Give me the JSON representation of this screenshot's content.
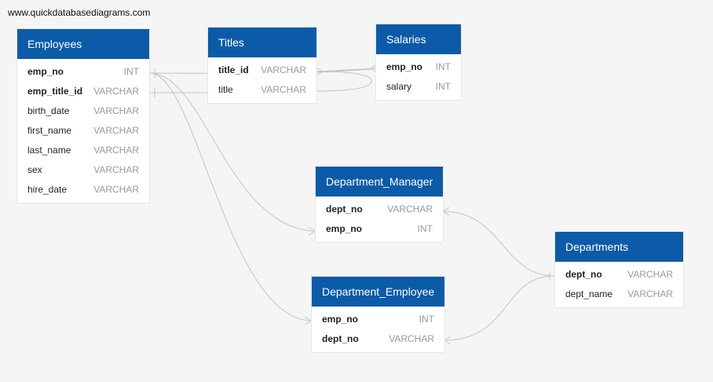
{
  "watermark": "www.quickdatabasediagrams.com",
  "colors": {
    "header": "#0b5ba8",
    "background": "#f4f5f4",
    "link": "#bdbdbd"
  },
  "tables": {
    "employees": {
      "title": "Employees",
      "columns": [
        {
          "name": "emp_no",
          "type": "INT",
          "key": true
        },
        {
          "name": "emp_title_id",
          "type": "VARCHAR",
          "key": true
        },
        {
          "name": "birth_date",
          "type": "VARCHAR",
          "key": false
        },
        {
          "name": "first_name",
          "type": "VARCHAR",
          "key": false
        },
        {
          "name": "last_name",
          "type": "VARCHAR",
          "key": false
        },
        {
          "name": "sex",
          "type": "VARCHAR",
          "key": false
        },
        {
          "name": "hire_date",
          "type": "VARCHAR",
          "key": false
        }
      ]
    },
    "titles": {
      "title": "Titles",
      "columns": [
        {
          "name": "title_id",
          "type": "VARCHAR",
          "key": true
        },
        {
          "name": "title",
          "type": "VARCHAR",
          "key": false
        }
      ]
    },
    "salaries": {
      "title": "Salaries",
      "columns": [
        {
          "name": "emp_no",
          "type": "INT",
          "key": true
        },
        {
          "name": "salary",
          "type": "INT",
          "key": false
        }
      ]
    },
    "dept_manager": {
      "title": "Department_Manager",
      "columns": [
        {
          "name": "dept_no",
          "type": "VARCHAR",
          "key": true
        },
        {
          "name": "emp_no",
          "type": "INT",
          "key": true
        }
      ]
    },
    "departments": {
      "title": "Departments",
      "columns": [
        {
          "name": "dept_no",
          "type": "VARCHAR",
          "key": true
        },
        {
          "name": "dept_name",
          "type": "VARCHAR",
          "key": false
        }
      ]
    },
    "dept_employee": {
      "title": "Department_Employee",
      "columns": [
        {
          "name": "emp_no",
          "type": "INT",
          "key": true
        },
        {
          "name": "dept_no",
          "type": "VARCHAR",
          "key": true
        }
      ]
    }
  },
  "relationships": [
    {
      "from": "employees.emp_no",
      "to": "salaries.emp_no"
    },
    {
      "from": "employees.emp_title_id",
      "to": "titles.title_id"
    },
    {
      "from": "employees.emp_no",
      "to": "dept_manager.emp_no"
    },
    {
      "from": "employees.emp_no",
      "to": "dept_employee.emp_no"
    },
    {
      "from": "departments.dept_no",
      "to": "dept_manager.dept_no"
    },
    {
      "from": "departments.dept_no",
      "to": "dept_employee.dept_no"
    }
  ]
}
